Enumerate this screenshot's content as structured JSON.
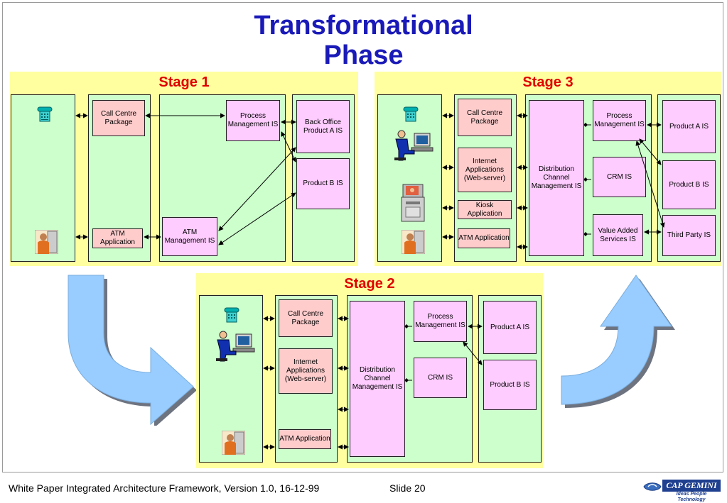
{
  "title_line1": "Transformational",
  "title_line2": "Phase",
  "stage1": {
    "title": "Stage 1",
    "call_centre": "Call Centre Package",
    "atm_app": "ATM Application",
    "process_mgmt": "Process Management IS",
    "atm_mgmt": "ATM Management IS",
    "back_office": "Back Office Product A IS",
    "product_b": "Product B IS"
  },
  "stage2": {
    "title": "Stage 2",
    "call_centre": "Call Centre Package",
    "internet": "Internet Applications (Web-server)",
    "atm_app": "ATM Application",
    "distribution": "Distribution Channel Management IS",
    "process_mgmt": "Process Management IS",
    "crm": "CRM IS",
    "product_a": "Product A IS",
    "product_b": "Product B IS"
  },
  "stage3": {
    "title": "Stage 3",
    "call_centre": "Call Centre Package",
    "internet": "Internet Applications (Web-server)",
    "kiosk": "Kiosk Application",
    "atm_app": "ATM Application",
    "distribution": "Distribution Channel Management IS",
    "process_mgmt": "Process Management IS",
    "crm": "CRM IS",
    "vas": "Value Added Services IS",
    "product_a": "Product A IS",
    "product_b": "Product B IS",
    "third_party": "Third Party IS"
  },
  "footer": {
    "text": "White Paper Integrated Architecture Framework, Version 1.0, 16-12-99",
    "slide": "Slide 20"
  },
  "logo": {
    "brand": "CAP GEMINI",
    "tagline": "Ideas People Technology"
  },
  "colors": {
    "title": "#1a1ab8",
    "stage_title": "#e00000",
    "stage_bg": "#ffffa0",
    "column_bg": "#ccffcc",
    "pink_box": "#ffcccc",
    "violet_box": "#ffccff",
    "flow_arrow": "#99ccff"
  },
  "icons": [
    "telephone-icon",
    "person-at-computer-icon",
    "atm-person-icon",
    "kiosk-icon",
    "flow-arrow-icon"
  ]
}
